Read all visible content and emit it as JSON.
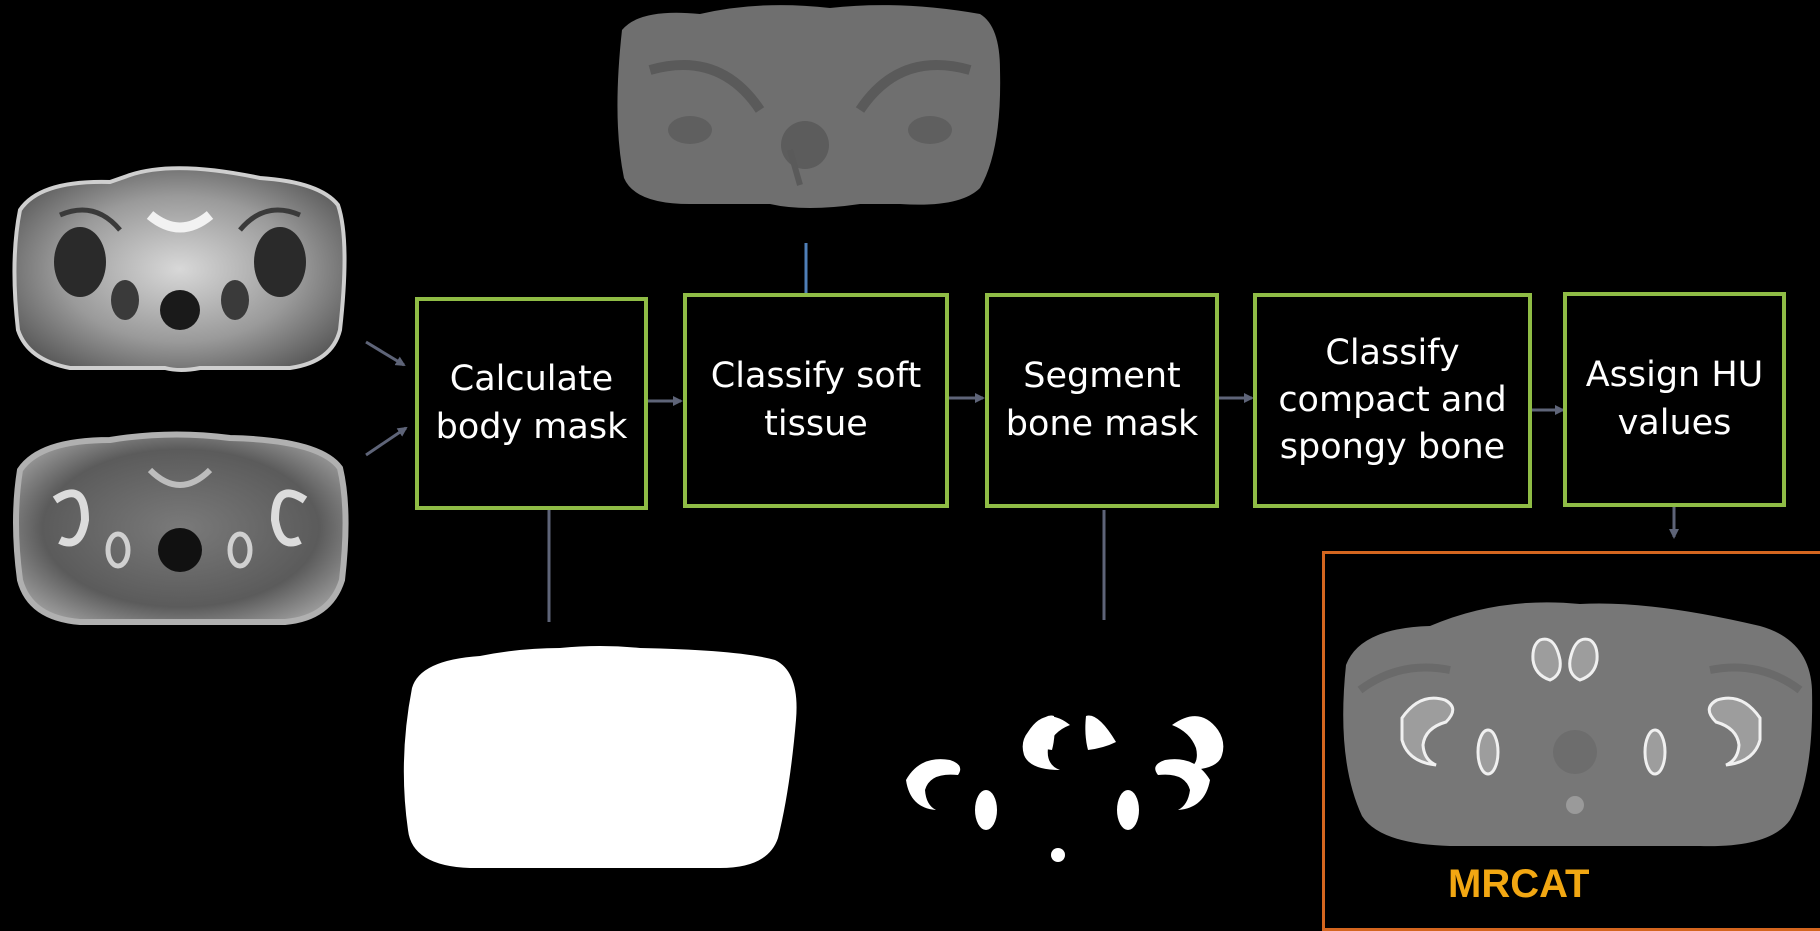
{
  "steps": [
    {
      "label": "Calculate\nbody mask"
    },
    {
      "label": "Classify soft\ntissue"
    },
    {
      "label": "Segment\nbone mask"
    },
    {
      "label": "Classify\ncompact and\nspongy bone"
    },
    {
      "label": "Assign HU\nvalues"
    }
  ],
  "output": {
    "label": "MRCAT"
  },
  "colors": {
    "background": "#000000",
    "step_border": "#8fbc45",
    "connector": "#5e6478",
    "output_border": "#d4661f",
    "output_label": "#f2a712"
  },
  "images": {
    "mri_input_1": "mri-water-image",
    "mri_input_2": "mri-fat-image",
    "soft_tissue_map": "soft-tissue-classification-image",
    "body_mask": "body-mask-image",
    "bone_mask": "bone-mask-image",
    "pseudo_ct": "mrcat-pseudo-ct-image"
  }
}
